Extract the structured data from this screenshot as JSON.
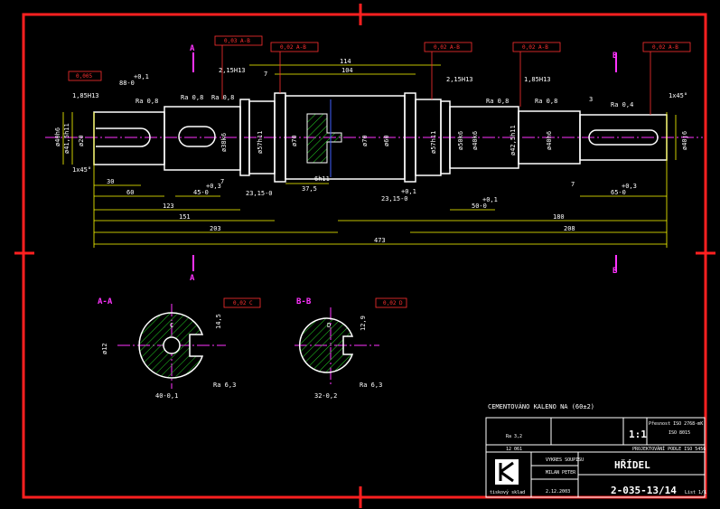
{
  "sections": {
    "a_a": "A-A",
    "b_b": "B-B",
    "a_top": "A",
    "a_bottom": "A",
    "b_top": "B",
    "b_bottom": "B"
  },
  "tolerance_frames": {
    "flatness_left": "0,005",
    "runout_1": "0,03 A-B",
    "runout_2": "0,02 A-B",
    "runout_3": "0,02 A-B",
    "runout_4": "0,02 A-B",
    "runout_5": "0,02 A-B",
    "sym_a": "0,02 C",
    "sym_b": "0,02 D"
  },
  "dimensions": {
    "d_30": "30",
    "d_60": "60",
    "d_123": "123",
    "d_151": "151",
    "d_203": "203",
    "d_473": "473",
    "d_114": "114",
    "d_104": "104",
    "d_37_5": "37,5",
    "d_180": "180",
    "d_208": "208",
    "d_45": "45-0",
    "d_45_tol": "+0,3",
    "d_50": "50-0",
    "d_50_tol": "+0,1",
    "d_65": "65-0",
    "d_65_tol": "+0,3",
    "d_23_15_a": "23,15-0",
    "d_23_15_b": "23,15-0",
    "d_23_tol": "+0,1",
    "d_88": "88-0",
    "d_88_tol": "+0,1",
    "d_7a": "7",
    "d_7b": "7",
    "d_7c": "7",
    "d_3": "3",
    "groove_1": "1,85H13",
    "groove_2": "2,15H13",
    "groove_3": "2,15H13",
    "groove_4": "1,85H13",
    "chamfer_1": "1x45°",
    "chamfer_2": "1x45°",
    "key_1": "6h11",
    "dia_40": "ø40h6",
    "dia_41": "ø41,5h11",
    "dia_20": "ø20",
    "dia_38": "ø38k6",
    "dia_57": "ø57h11",
    "dia_70a": "ø70",
    "dia_70b": "ø70",
    "dia_60": "ø60",
    "dia_57b": "ø57h11",
    "dia_50": "ø50k6",
    "dia_40b": "ø40k6",
    "dia_42": "ø42,5h11",
    "dia_40c": "ø40h6",
    "dia_40d": "ø40j6",
    "ra_1": "Ra 0,8",
    "ra_2": "Ra 0,8",
    "ra_3": "Ra 0,8",
    "ra_4": "Ra 0,8",
    "ra_5": "Ra 0,8",
    "ra_6": "Ra 0,4",
    "sec_a_h": "14,5",
    "sec_a_w": "40-0,1",
    "sec_a_d": "ø12",
    "sec_b_h": "12,9",
    "sec_b_w": "32-0,2",
    "sec_a_ra": "Ra 6,3",
    "sec_b_ra": "Ra 6,3",
    "label_c": "C",
    "label_d": "D"
  },
  "notes": {
    "hardening": "CEMENTOVÁNO KALENO NA (60±2)"
  },
  "title_block": {
    "rough": "Ra 3,2",
    "scale": "1:1",
    "name": "HŘÍDEL",
    "drawing_no": "2-035-13/14",
    "sheet": "List 1/1",
    "author": "MILAN PETER",
    "drew": "VYKRES SOUPISU",
    "date": "2.12.2003",
    "material": "12 061",
    "tolerance_std": "Přesnost ISO 2768-mK",
    "tolerance_std2": "ISO 8015",
    "project": "PROJEKTOVÁNÍ PODLE ISO 5456",
    "company": "tiskový sklad"
  },
  "colors": {
    "border": "#ff2020",
    "outline": "#ffffff",
    "dimension": "#ffff00",
    "centerline": "#ff33ff",
    "hatch": "#22cc22",
    "tolerance": "#ff3030"
  }
}
